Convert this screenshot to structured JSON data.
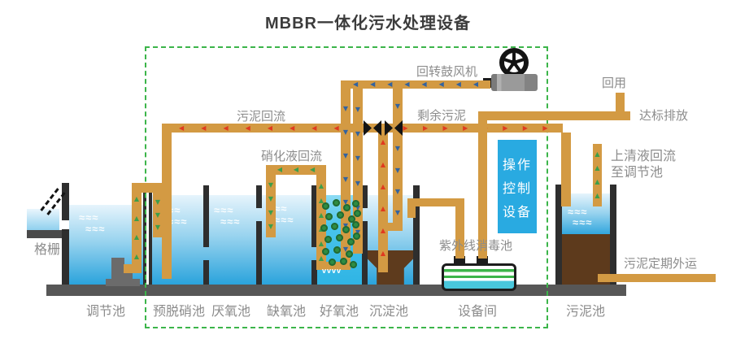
{
  "title": "MBBR一体化污水处理设备",
  "labels": {
    "blower": "回转鼓风机",
    "sludge_return": "污泥回流",
    "excess_sludge": "剩余污泥",
    "nitrified_return": "硝化液回流",
    "reuse": "回用",
    "discharge": "达标排放",
    "supernatant_1": "上清液回流",
    "supernatant_2": "至调节池",
    "uv_pool": "紫外线消毒池",
    "sludge_out": "污泥定期外运",
    "screen": "格栅",
    "control_1": "操作",
    "control_2": "控制",
    "control_3": "设备"
  },
  "tanks": [
    {
      "name": "调节池"
    },
    {
      "name": "预脱硝池"
    },
    {
      "name": "厌氧池"
    },
    {
      "name": "缺氧池"
    },
    {
      "name": "好氧池"
    },
    {
      "name": "沉淀池"
    },
    {
      "name": "设备间"
    },
    {
      "name": "污泥池"
    }
  ],
  "colors": {
    "pipe": "#d39a43",
    "dashed_border": "#3cb54a",
    "panel_blue": "#29aae1",
    "arrow_red": "#e03a20",
    "arrow_blue": "#33639f",
    "arrow_green": "#3d9e4b",
    "water_deep": "#2aa3dc",
    "aerobic_cyan": "#49c4ec",
    "sludge_brown": "#5d3a1c"
  }
}
